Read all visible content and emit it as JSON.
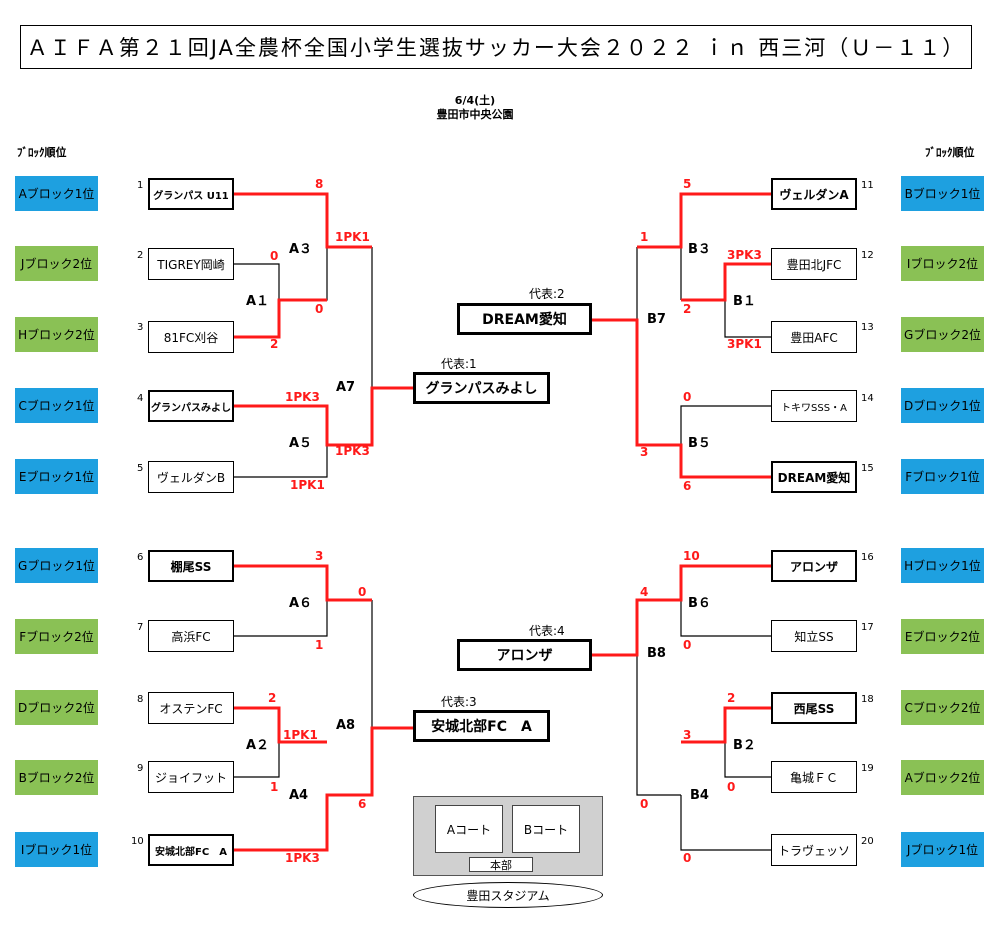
{
  "title": "ＡＩＦＡ第２１回JA全農杯全国小学生選抜サッカー大会２０２２ ｉｎ 西三河（Ｕ－１１）",
  "date": "6/4(土)",
  "venue_name": "豊田市中央公園",
  "rank_label": "ﾌﾞﾛｯｸ順位",
  "left_blocks": [
    "Aブロック1位",
    "Jブロック2位",
    "Hブロック2位",
    "Cブロック1位",
    "Eブロック1位",
    "Gブロック1位",
    "Fブロック2位",
    "Dブロック2位",
    "Bブロック2位",
    "Iブロック1位"
  ],
  "right_blocks": [
    "Bブロック1位",
    "Iブロック2位",
    "Gブロック2位",
    "Dブロック1位",
    "Fブロック1位",
    "Hブロック1位",
    "Eブロック2位",
    "Cブロック2位",
    "Aブロック2位",
    "Jブロック1位"
  ],
  "left_teams": [
    "グランパス U11",
    "TIGREY岡崎",
    "81FC刈谷",
    "グランパスみよし",
    "ヴェルダンB",
    "棚尾SS",
    "高浜FC",
    "オステンFC",
    "ジョイフット",
    "安城北部FC　A"
  ],
  "right_teams": [
    "ヴェルダンA",
    "豊田北JFC",
    "豊田AFC",
    "トキワSSS・A",
    "DREAM愛知",
    "アロンザ",
    "知立SS",
    "西尾SS",
    "亀城ＦＣ",
    "トラヴェッソ"
  ],
  "left_nums": [
    "1",
    "2",
    "3",
    "4",
    "5",
    "6",
    "7",
    "8",
    "9",
    "10"
  ],
  "right_nums": [
    "11",
    "12",
    "13",
    "14",
    "15",
    "16",
    "17",
    "18",
    "19",
    "20"
  ],
  "matches": {
    "a1": "A１",
    "a2": "A２",
    "a3": "A３",
    "a4": "A4",
    "a5": "A５",
    "a6": "A６",
    "a7": "A7",
    "a8": "A8",
    "b1": "B１",
    "b2": "B２",
    "b3": "B３",
    "b4": "B4",
    "b5": "B５",
    "b6": "B６",
    "b7": "B7",
    "b8": "B8"
  },
  "scores": {
    "s_t1": "8",
    "s_a3low": "0",
    "s_a3pk_top": "1PK1",
    "s_t2": "0",
    "s_t3": "2",
    "s_t4": "1PK3",
    "s_t5": "1PK1",
    "s_a5pk": "1PK3",
    "s_t6": "3",
    "s_t7": "1",
    "s_a6": "0",
    "s_t8": "2",
    "s_t9": "1",
    "s_a2": "1PK1",
    "s_a4": "6",
    "s_t10": "1PK3",
    "s_t11": "5",
    "s_b3": "1",
    "s_b1": "2",
    "s_t12": "3PK3",
    "s_t13": "3PK1",
    "s_t14": "0",
    "s_b5": "3",
    "s_t15": "6",
    "s_t16": "10",
    "s_t17": "0",
    "s_b6": "4",
    "s_t18": "2",
    "s_t19": "0",
    "s_b2": "3",
    "s_b4": "0",
    "s_t20": "0"
  },
  "reps": [
    {
      "label": "代表:1",
      "team": "グランパスみよし"
    },
    {
      "label": "代表:2",
      "team": "DREAM愛知"
    },
    {
      "label": "代表:3",
      "team": "安城北部FC　A"
    },
    {
      "label": "代表:4",
      "team": "アロンザ"
    }
  ],
  "venue": {
    "court_a": "Aコート",
    "court_b": "Bコート",
    "hq": "本部",
    "stadium": "豊田スタジアム"
  },
  "colors": {
    "blue_block": "#1ea0e0",
    "green_block": "#8ac155",
    "winner_line": "#ff1a1a"
  }
}
